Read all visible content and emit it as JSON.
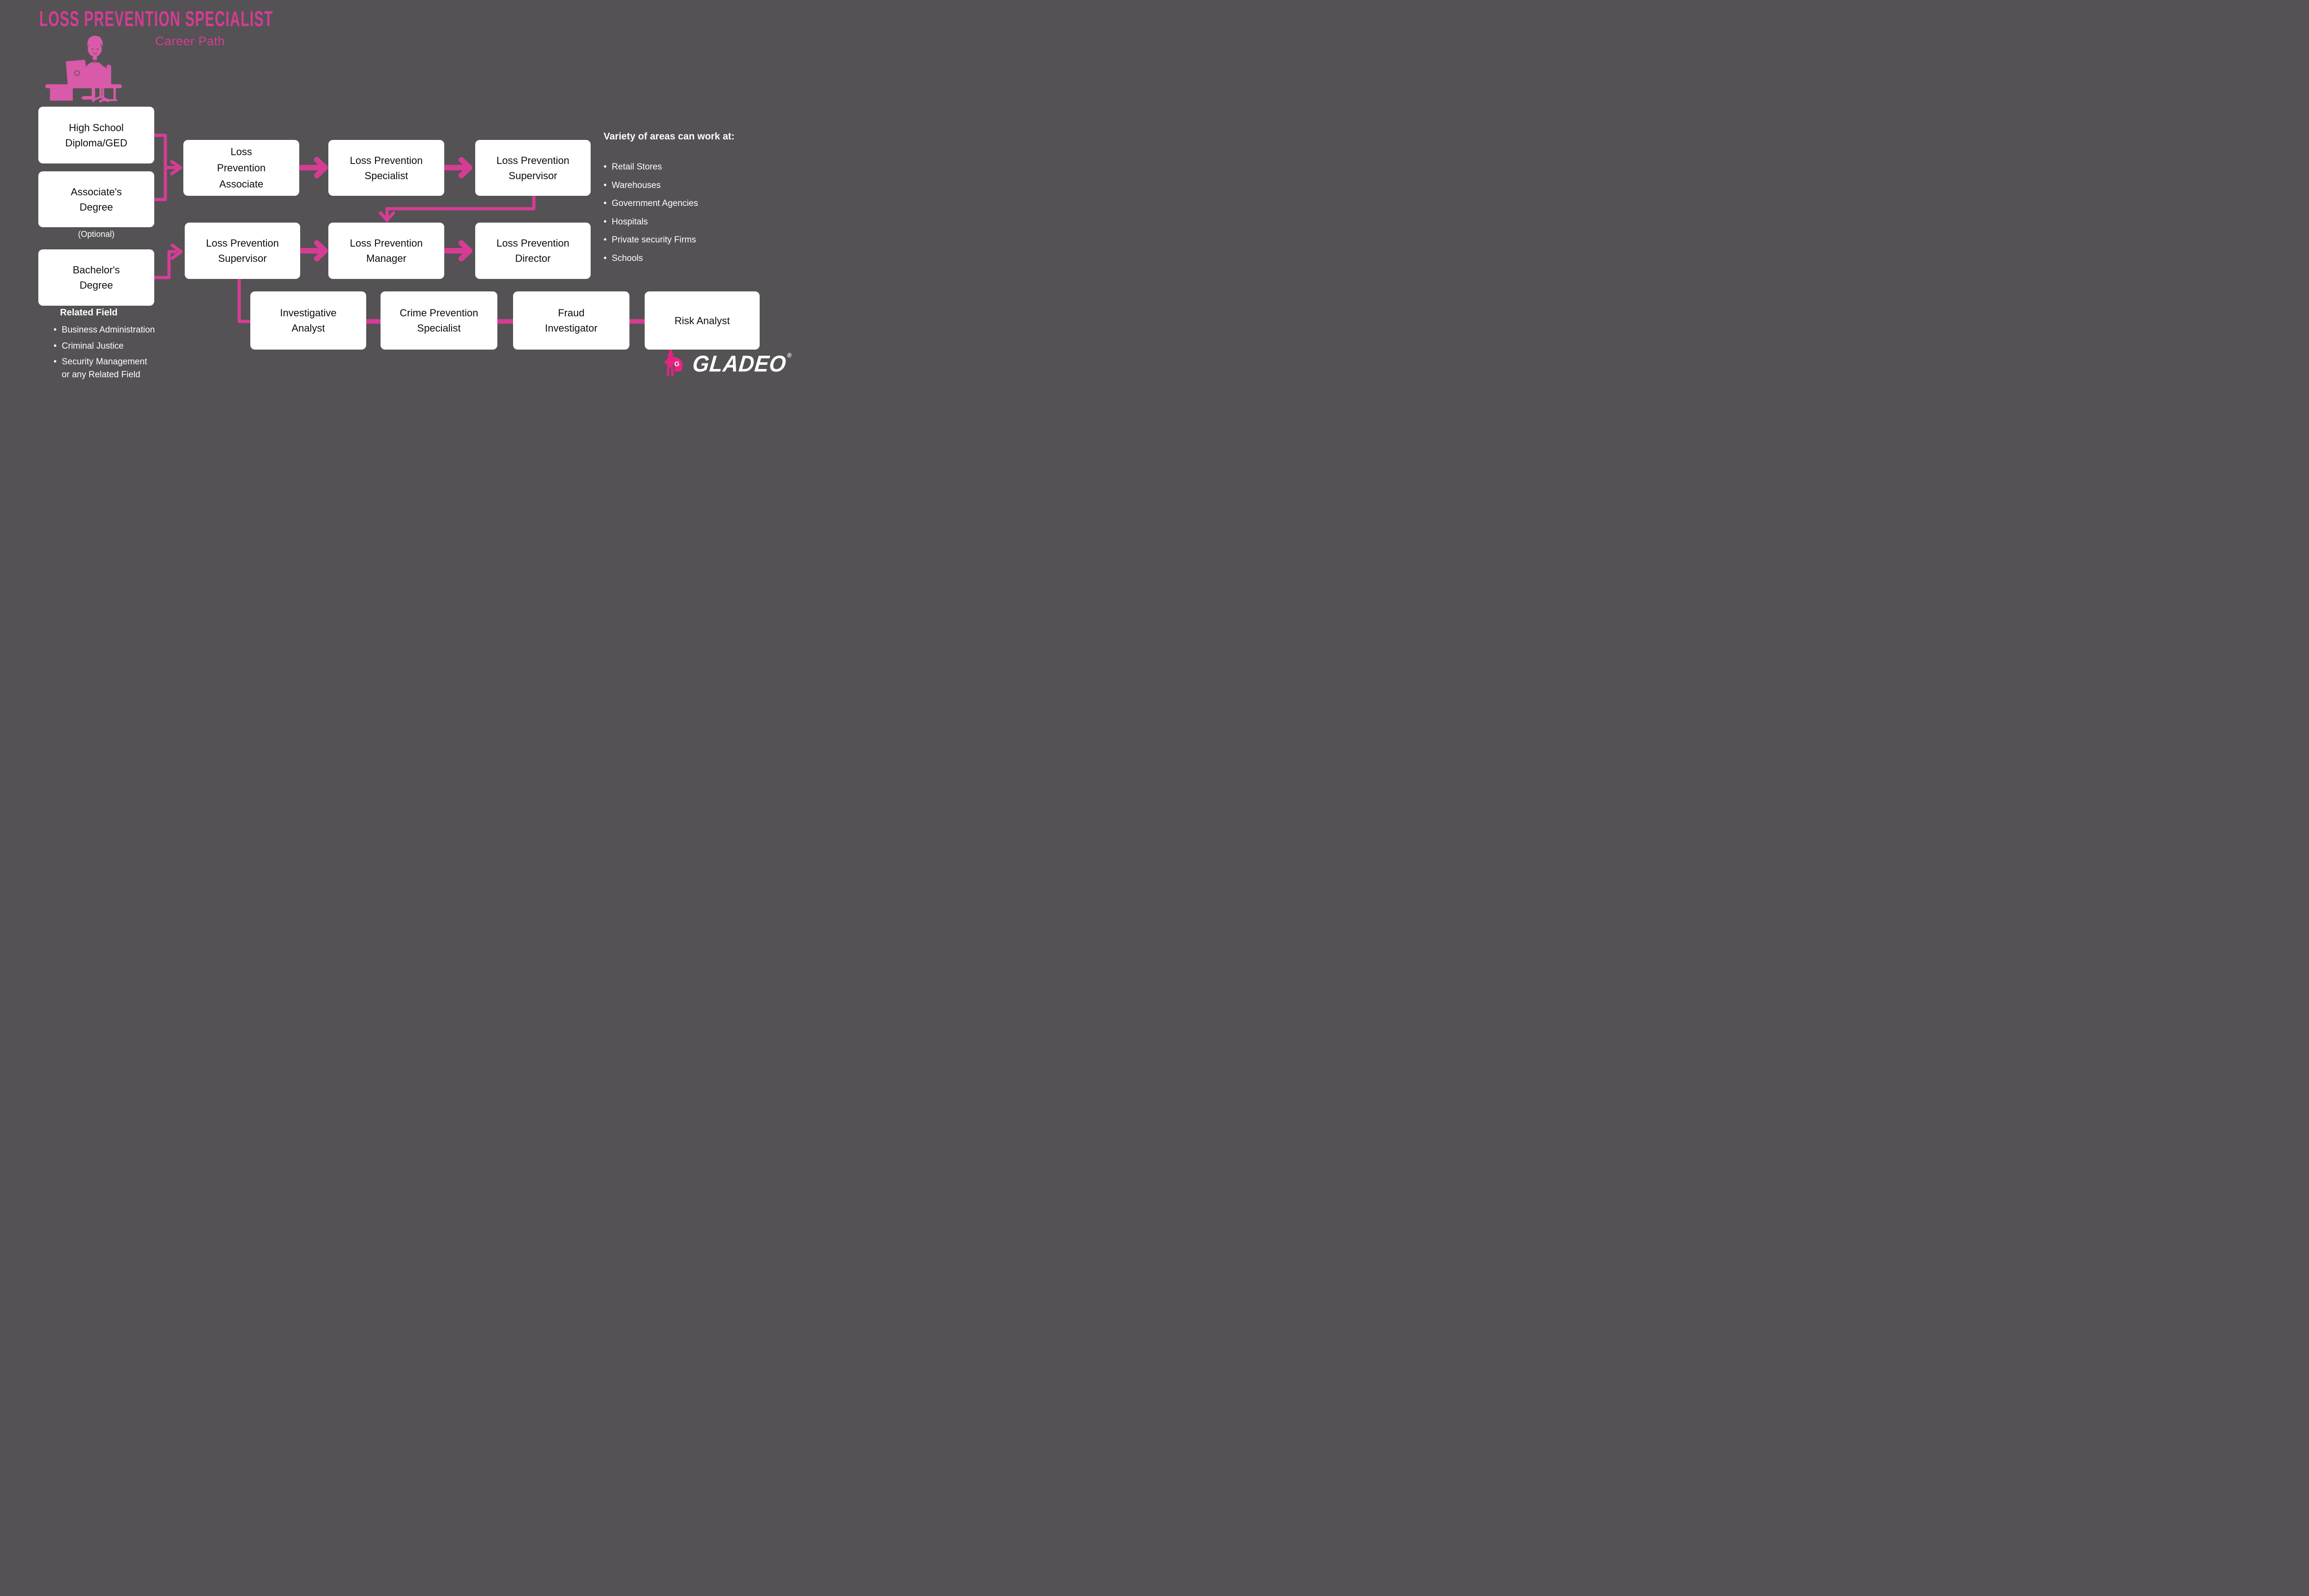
{
  "colors": {
    "background": "#545254",
    "accent": "#d63c94",
    "illustration": "#d85aa8",
    "logo_pink": "#e62383",
    "box_bg": "#ffffff",
    "box_text": "#0d0d0d",
    "text_light": "#ffffff"
  },
  "header": {
    "title": "LOSS PREVENTION SPECIALIST",
    "subtitle": "Career Path"
  },
  "education": {
    "high_school": "High School\nDiploma/GED",
    "associates": "Associate's\nDegree",
    "associates_note": "(Optional)",
    "bachelors": "Bachelor's\nDegree",
    "related_field": {
      "heading": "Related Field",
      "items": [
        "Business Administration",
        "Criminal Justice",
        "Security Management\nor any Related Field"
      ]
    }
  },
  "career_path": {
    "row1": [
      "Loss\nPrevention\nAssociate",
      "Loss Prevention\nSpecialist",
      "Loss Prevention\nSupervisor"
    ],
    "row2": [
      "Loss Prevention\nSupervisor",
      "Loss Prevention\nManager",
      "Loss Prevention\nDirector"
    ],
    "row3": [
      "Investigative\nAnalyst",
      "Crime Prevention\nSpecialist",
      "Fraud\nInvestigator",
      "Risk Analyst"
    ]
  },
  "work_areas": {
    "heading": "Variety of areas can work at:",
    "items": [
      "Retail Stores",
      "Warehouses",
      "Government Agencies",
      "Hospitals",
      "Private security Firms",
      "Schools"
    ]
  },
  "logo": {
    "brand": "GLADEO",
    "registered": "®",
    "monogram": "G"
  }
}
